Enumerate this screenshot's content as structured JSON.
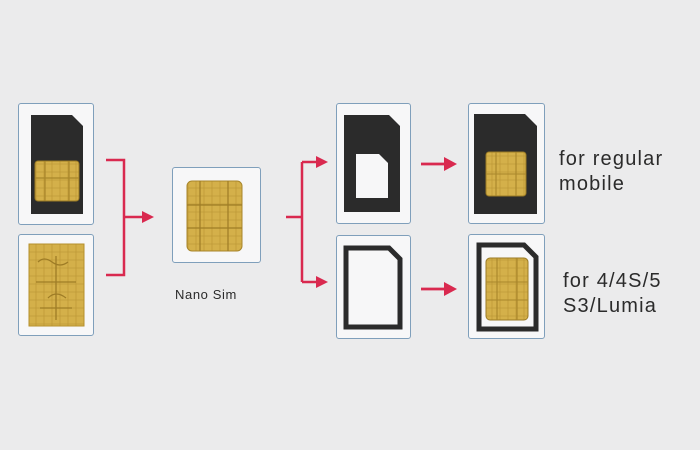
{
  "captions": {
    "nano": "Nano Sim",
    "regular_line1": "for regular",
    "regular_line2": "mobile",
    "iphone_line1": "for 4/4S/5",
    "iphone_line2": "S3/Lumia"
  },
  "colors": {
    "arrow": "#d9294f",
    "box_border": "#7f9fbb",
    "box_fill": "#f7f7f8",
    "chip_gold": "#d4b04a",
    "card_black": "#2b2b2b",
    "background": "#ebebec"
  }
}
